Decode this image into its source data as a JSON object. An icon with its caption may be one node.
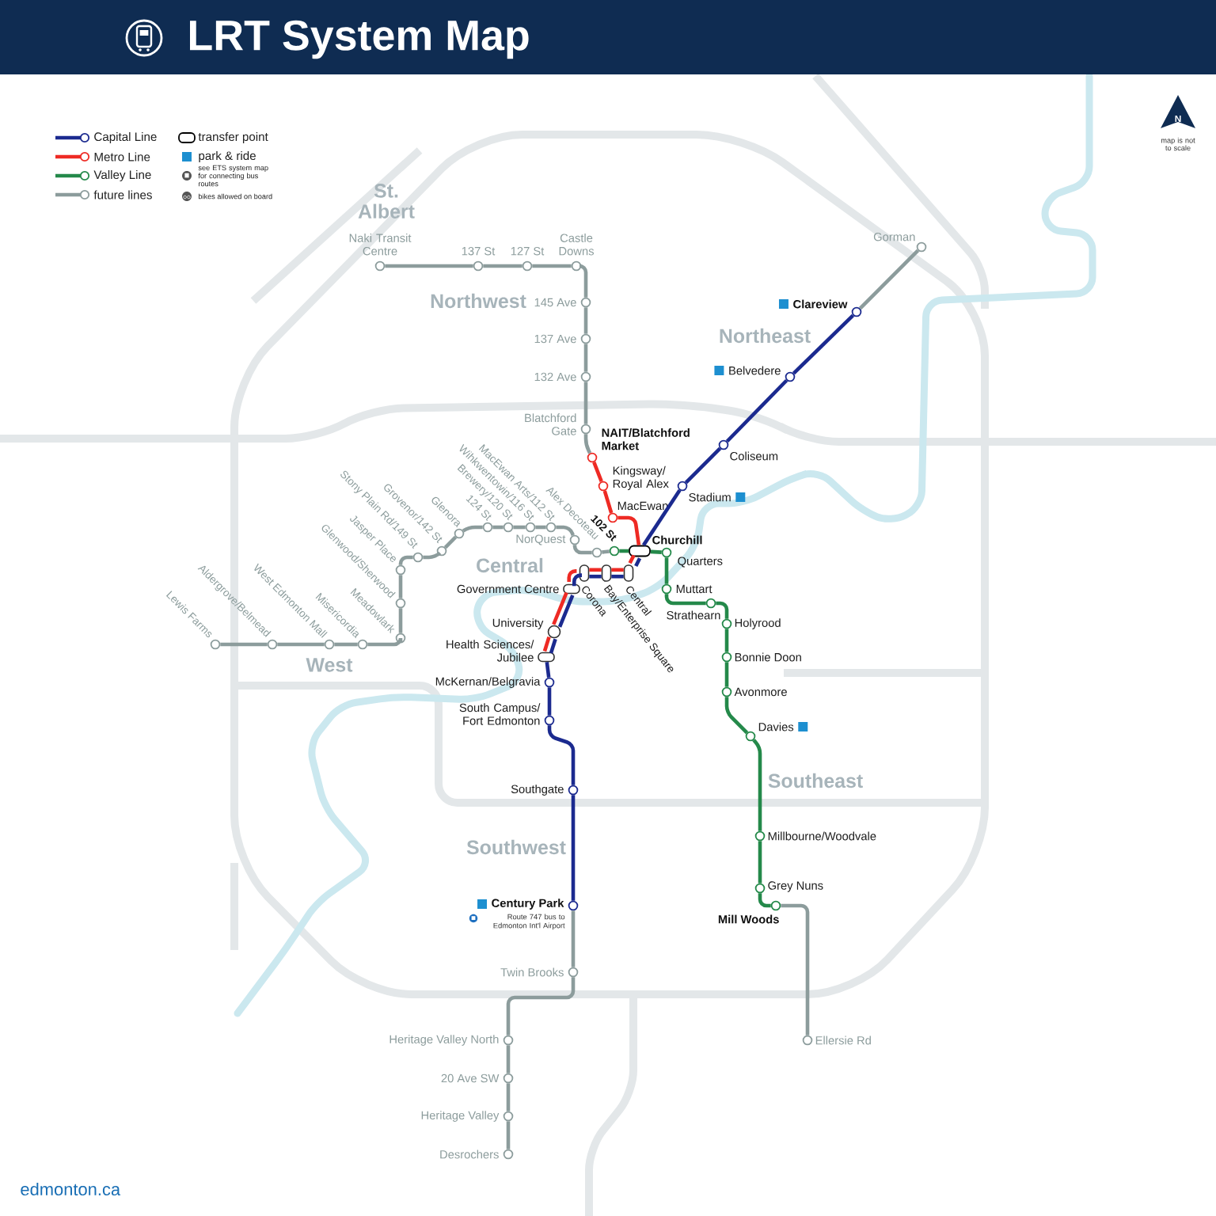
{
  "diagram": {
    "title": "LRT System Map",
    "nodes": [
      {
        "text": [
          "Naki Transit Centre"
        ]
      },
      {
        "text": [
          "137 St"
        ]
      },
      {
        "text": [
          "127 St"
        ]
      },
      {
        "text": [
          "Castle Downs"
        ]
      },
      {
        "text": [
          "145 Ave"
        ]
      },
      {
        "text": [
          "137 Ave"
        ]
      },
      {
        "text": [
          "132 Ave"
        ]
      },
      {
        "text": [
          "Blatchford Gate"
        ]
      },
      {
        "text": [
          "NAIT/Blatchford Market"
        ]
      },
      {
        "text": [
          "Kingsway/ Royal Alex"
        ]
      },
      {
        "text": [
          "MacEwan"
        ]
      },
      {
        "text": [
          "Churchill"
        ]
      },
      {
        "text": [
          "Central"
        ]
      },
      {
        "text": [
          "Bay/Enterprise Square"
        ]
      },
      {
        "text": [
          "Corona"
        ]
      },
      {
        "text": [
          "Government Centre"
        ]
      },
      {
        "text": [
          "University"
        ]
      },
      {
        "text": [
          "Health Sciences/ Jubilee"
        ]
      },
      {
        "text": [
          "McKernan/Belgravia"
        ]
      },
      {
        "text": [
          "South Campus/ Fort Edmonton"
        ]
      },
      {
        "text": [
          "Southgate"
        ]
      },
      {
        "text": [
          "Century Park"
        ],
        "beside": [
          "Route 747 bus to Edmonton Int'l Airport"
        ]
      },
      {
        "text": [
          "Twin Brooks"
        ]
      },
      {
        "text": [
          "Heritage Valley North"
        ]
      },
      {
        "text": [
          "20 Ave SW"
        ]
      },
      {
        "text": [
          "Heritage Valley"
        ]
      },
      {
        "text": [
          "Desrochers"
        ]
      },
      {
        "text": [
          "Stadium"
        ]
      },
      {
        "text": [
          "Coliseum"
        ]
      },
      {
        "text": [
          "Belvedere"
        ]
      },
      {
        "text": [
          "Clareview"
        ]
      },
      {
        "text": [
          "Gorman"
        ]
      },
      {
        "text": [
          "102 St"
        ]
      },
      {
        "text": [
          "Quarters"
        ]
      },
      {
        "text": [
          "Muttart"
        ]
      },
      {
        "text": [
          "Strathearn"
        ]
      },
      {
        "text": [
          "Holyrood"
        ]
      },
      {
        "text": [
          "Bonnie Doon"
        ]
      },
      {
        "text": [
          "Avonmore"
        ]
      },
      {
        "text": [
          "Davies"
        ]
      },
      {
        "text": [
          "Millbourne/Woodvale"
        ]
      },
      {
        "text": [
          "Grey Nuns"
        ]
      },
      {
        "text": [
          "Mill Woods"
        ]
      },
      {
        "text": [
          "Ellersie Rd"
        ]
      },
      {
        "text": [
          "Alex Decoteau"
        ]
      },
      {
        "text": [
          "NorQuest"
        ]
      },
      {
        "text": [
          "MacEwan Arts/112 St"
        ]
      },
      {
        "text": [
          "Wihkwentowin/116 St"
        ]
      },
      {
        "text": [
          "Brewery/120 St"
        ]
      },
      {
        "text": [
          "124 St"
        ]
      },
      {
        "text": [
          "Glenora"
        ]
      },
      {
        "text": [
          "Grovenor/142 St"
        ]
      },
      {
        "text": [
          "Stony Plain Rd/149 St"
        ]
      },
      {
        "text": [
          "Jasper Place"
        ]
      },
      {
        "text": [
          "Glenwood/Sherwood"
        ]
      },
      {
        "text": [
          "Meadowlark"
        ]
      },
      {
        "text": [
          "Misericordia"
        ]
      },
      {
        "text": [
          "West Edmonton Mall"
        ]
      },
      {
        "text": [
          "Aldergrove/Belmead"
        ]
      },
      {
        "text": [
          "Lewis Farms"
        ]
      }
    ],
    "edges": [
      {
        "from": 0,
        "to": 1,
        "arrow": "none",
        "color": "#8c9c9c"
      },
      {
        "from": 1,
        "to": 2,
        "arrow": "none",
        "color": "#8c9c9c"
      },
      {
        "from": 2,
        "to": 3,
        "arrow": "none",
        "color": "#8c9c9c"
      },
      {
        "from": 3,
        "to": 4,
        "arrow": "none",
        "color": "#8c9c9c"
      },
      {
        "from": 4,
        "to": 5,
        "arrow": "none",
        "color": "#8c9c9c"
      },
      {
        "from": 5,
        "to": 6,
        "arrow": "none",
        "color": "#8c9c9c"
      },
      {
        "from": 6,
        "to": 7,
        "arrow": "none",
        "color": "#8c9c9c"
      },
      {
        "from": 7,
        "to": 8,
        "arrow": "none",
        "color": "#8c9c9c"
      },
      {
        "from": 8,
        "to": 9,
        "arrow": "none",
        "color": "#ee2a24"
      },
      {
        "from": 9,
        "to": 10,
        "arrow": "none",
        "color": "#ee2a24"
      },
      {
        "from": 10,
        "to": 11,
        "arrow": "none",
        "color": "#ee2a24"
      },
      {
        "from": 11,
        "to": 12,
        "arrow": "none",
        "color": "#ee2a24"
      },
      {
        "from": 12,
        "to": 13,
        "arrow": "none",
        "color": "#ee2a24"
      },
      {
        "from": 13,
        "to": 14,
        "arrow": "none",
        "color": "#ee2a24"
      },
      {
        "from": 14,
        "to": 15,
        "arrow": "none",
        "color": "#ee2a24"
      },
      {
        "from": 15,
        "to": 16,
        "arrow": "none",
        "color": "#ee2a24"
      },
      {
        "from": 16,
        "to": 17,
        "arrow": "none",
        "color": "#ee2a24"
      },
      {
        "from": 30,
        "to": 31,
        "arrow": "none",
        "color": "#8c9c9c"
      },
      {
        "from": 29,
        "to": 30,
        "arrow": "none",
        "color": "#1b2a8f"
      },
      {
        "from": 28,
        "to": 29,
        "arrow": "none",
        "color": "#1b2a8f"
      },
      {
        "from": 27,
        "to": 28,
        "arrow": "none",
        "color": "#1b2a8f"
      },
      {
        "from": 11,
        "to": 27,
        "arrow": "none",
        "color": "#1b2a8f"
      },
      {
        "from": 11,
        "to": 12,
        "arrow": "none",
        "color": "#1b2a8f"
      },
      {
        "from": 12,
        "to": 13,
        "arrow": "none",
        "color": "#1b2a8f"
      },
      {
        "from": 13,
        "to": 14,
        "arrow": "none",
        "color": "#1b2a8f"
      },
      {
        "from": 14,
        "to": 15,
        "arrow": "none",
        "color": "#1b2a8f"
      },
      {
        "from": 15,
        "to": 16,
        "arrow": "none",
        "color": "#1b2a8f"
      },
      {
        "from": 16,
        "to": 17,
        "arrow": "none",
        "color": "#1b2a8f"
      },
      {
        "from": 17,
        "to": 18,
        "arrow": "none",
        "color": "#1b2a8f"
      },
      {
        "from": 18,
        "to": 19,
        "arrow": "none",
        "color": "#1b2a8f"
      },
      {
        "from": 19,
        "to": 20,
        "arrow": "none",
        "color": "#1b2a8f"
      },
      {
        "from": 20,
        "to": 21,
        "arrow": "none",
        "color": "#1b2a8f"
      },
      {
        "from": 21,
        "to": 22,
        "arrow": "none",
        "color": "#8c9c9c"
      },
      {
        "from": 22,
        "to": 23,
        "arrow": "none",
        "color": "#8c9c9c"
      },
      {
        "from": 23,
        "to": 24,
        "arrow": "none",
        "color": "#8c9c9c"
      },
      {
        "from": 24,
        "to": 25,
        "arrow": "none",
        "color": "#8c9c9c"
      },
      {
        "from": 25,
        "to": 26,
        "arrow": "none",
        "color": "#8c9c9c"
      },
      {
        "from": 32,
        "to": 11,
        "arrow": "none",
        "color": "#24894a"
      },
      {
        "from": 11,
        "to": 33,
        "arrow": "none",
        "color": "#24894a"
      },
      {
        "from": 33,
        "to": 34,
        "arrow": "none",
        "color": "#24894a"
      },
      {
        "from": 34,
        "to": 35,
        "arrow": "none",
        "color": "#24894a"
      },
      {
        "from": 35,
        "to": 36,
        "arrow": "none",
        "color": "#24894a"
      },
      {
        "from": 36,
        "to": 37,
        "arrow": "none",
        "color": "#24894a"
      },
      {
        "from": 37,
        "to": 38,
        "arrow": "none",
        "color": "#24894a"
      },
      {
        "from": 38,
        "to": 39,
        "arrow": "none",
        "color": "#24894a"
      },
      {
        "from": 39,
        "to": 40,
        "arrow": "none",
        "color": "#24894a"
      },
      {
        "from": 40,
        "to": 41,
        "arrow": "none",
        "color": "#24894a"
      },
      {
        "from": 41,
        "to": 42,
        "arrow": "none",
        "color": "#24894a"
      },
      {
        "from": 42,
        "to": 43,
        "arrow": "none",
        "color": "#8c9c9c"
      },
      {
        "from": 44,
        "to": 32,
        "arrow": "none",
        "color": "#8c9c9c"
      },
      {
        "from": 45,
        "to": 44,
        "arrow": "none",
        "color": "#8c9c9c"
      },
      {
        "from": 46,
        "to": 45,
        "arrow": "none",
        "color": "#8c9c9c"
      },
      {
        "from": 47,
        "to": 46,
        "arrow": "none",
        "color": "#8c9c9c"
      },
      {
        "from": 48,
        "to": 47,
        "arrow": "none",
        "color": "#8c9c9c"
      },
      {
        "from": 49,
        "to": 48,
        "arrow": "none",
        "color": "#8c9c9c"
      },
      {
        "from": 50,
        "to": 49,
        "arrow": "none",
        "color": "#8c9c9c"
      },
      {
        "from": 51,
        "to": 50,
        "arrow": "none",
        "color": "#8c9c9c"
      },
      {
        "from": 52,
        "to": 51,
        "arrow": "none",
        "color": "#8c9c9c"
      },
      {
        "from": 53,
        "to": 52,
        "arrow": "none",
        "color": "#8c9c9c"
      },
      {
        "from": 54,
        "to": 53,
        "arrow": "none",
        "color": "#8c9c9c"
      },
      {
        "from": 55,
        "to": 54,
        "arrow": "none",
        "color": "#8c9c9c"
      },
      {
        "from": 56,
        "to": 55,
        "arrow": "none",
        "color": "#8c9c9c"
      },
      {
        "from": 57,
        "to": 56,
        "arrow": "none",
        "color": "#8c9c9c"
      },
      {
        "from": 58,
        "to": 57,
        "arrow": "none",
        "color": "#8c9c9c"
      },
      {
        "from": 59,
        "to": 58,
        "arrow": "none",
        "color": "#8c9c9c"
      }
    ],
    "labels": [
      "N",
      "map is not to scale",
      "St. Albert",
      "Northwest",
      "Northeast",
      "Central",
      "West",
      "Southeast",
      "Southwest",
      "edmonton.ca"
    ],
    "legend": [
      {
        "text": "Capital Line",
        "color": "#1b2a8f"
      },
      {
        "text": "Metro Line",
        "color": "#ee2a24"
      },
      {
        "text": "Valley Line",
        "color": "#24894a"
      },
      {
        "text": "future lines",
        "color": "#8c9c9c"
      },
      {
        "text": "transfer point"
      },
      {
        "text": "park & ride"
      },
      {
        "text": "see ETS system map for connecting bus routes"
      },
      {
        "text": "bikes allowed on board"
      }
    ]
  }
}
